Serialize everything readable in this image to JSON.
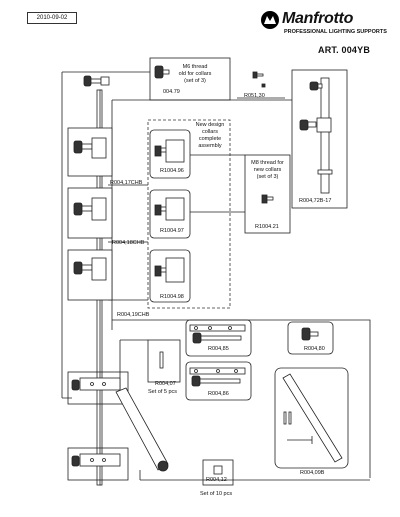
{
  "header": {
    "date": "2010-09-02",
    "brand": "Manfrotto",
    "tagline": "PROFESSIONAL LIGHTING SUPPORTS",
    "article": "ART. 004YB"
  },
  "notes": {
    "m6_old_l1": "M6 thread",
    "m6_old_l2": "old for collars",
    "m6_old_l3": "(set of 3)",
    "new_design_l1": "New design",
    "new_design_l2": "collars",
    "new_design_l3": "complete",
    "new_design_l4": "assembly",
    "m8_new_l1": "M8 thread for",
    "m8_new_l2": "new collars",
    "m8_new_l3": "(set of 3)",
    "set5": "Set of 5 pcs",
    "set10": "Set of 10 pcs"
  },
  "parts": {
    "p004_79": "004.79",
    "r051_30": "R051,30",
    "r004_72b17": "R004,72B-17",
    "r1004_96": "R1004.96",
    "r1004_97": "R1004.97",
    "r1004_98": "R1004.98",
    "r004_21": "R1004.21",
    "r004_17chb": "R004,17CHB",
    "r004_18chb": "R004,18CHB",
    "r004_19chb": "R004,19CHB",
    "r004_85": "R004,85",
    "r004_80": "R004,80",
    "r004_07": "R004,07",
    "r004_86": "R004,86",
    "r004_12": "R004,12",
    "r004_09b": "R004,09B"
  }
}
